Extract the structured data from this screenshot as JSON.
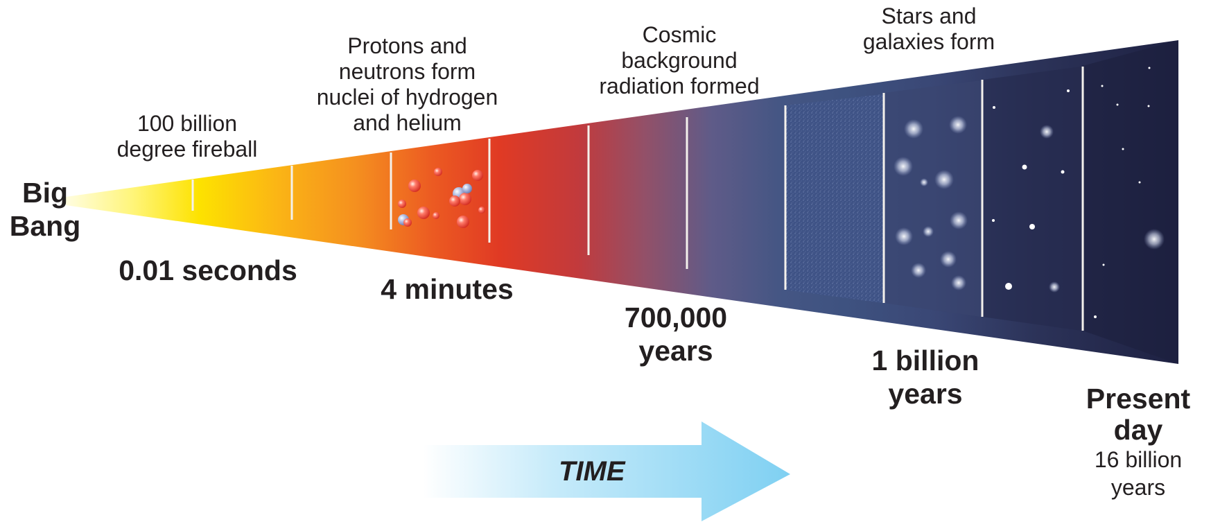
{
  "origin": {
    "line1": "Big",
    "line2": "Bang"
  },
  "events": [
    {
      "id": "fireball",
      "lines": [
        "100 billion",
        "degree fireball"
      ]
    },
    {
      "id": "nuclei",
      "lines": [
        "Protons and",
        "neutrons form",
        "nuclei of hydrogen",
        "and helium"
      ]
    },
    {
      "id": "cmb",
      "lines": [
        "Cosmic",
        "background",
        "radiation formed"
      ]
    },
    {
      "id": "stars",
      "lines": [
        "Stars and",
        "galaxies form"
      ]
    }
  ],
  "times": [
    {
      "id": "t1",
      "lines": [
        "0.01 seconds"
      ]
    },
    {
      "id": "t2",
      "lines": [
        "4 minutes"
      ]
    },
    {
      "id": "t3",
      "lines": [
        "700,000",
        "years"
      ]
    },
    {
      "id": "t4",
      "lines": [
        "1 billion",
        "years"
      ]
    }
  ],
  "present": {
    "title_lines": [
      "Present",
      "day"
    ],
    "age_lines": [
      "16 billion",
      "years"
    ]
  },
  "arrow": {
    "label": "TIME"
  },
  "segment_colors": [
    "#fff5a8",
    "#fde200",
    "#fba51a",
    "#f5821f",
    "#e8431f",
    "#c03333",
    "#945069",
    "#5a5a8a",
    "#3e5385",
    "#3d4c76",
    "#2d3358",
    "#1f2344"
  ],
  "arrow_color": "#7fd0f2"
}
